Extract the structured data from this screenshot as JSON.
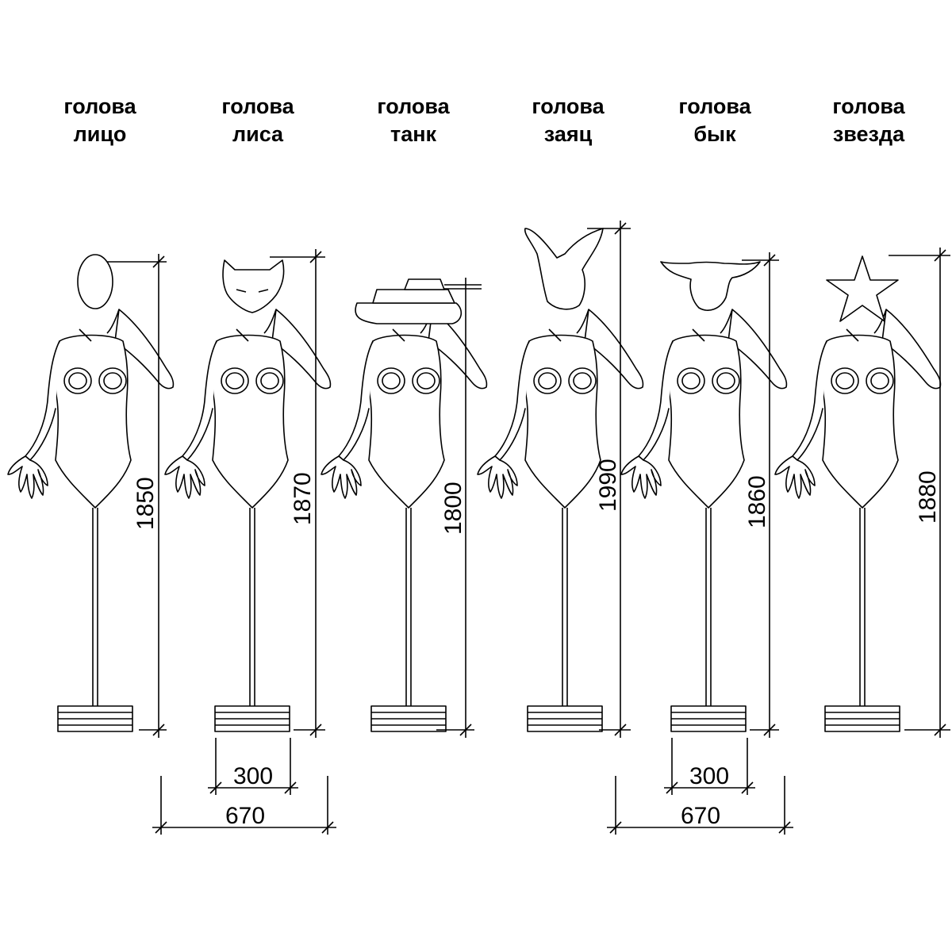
{
  "figures": [
    {
      "id": "face",
      "head_label": "голова",
      "name_label": "лицо",
      "height": "1850",
      "head_type": "face-oval"
    },
    {
      "id": "fox",
      "head_label": "голова",
      "name_label": "лиса",
      "height": "1870",
      "head_type": "fox-mask"
    },
    {
      "id": "tank",
      "head_label": "голова",
      "name_label": "танк",
      "height": "1800",
      "head_type": "tank"
    },
    {
      "id": "hare",
      "head_label": "голова",
      "name_label": "заяц",
      "height": "1990",
      "head_type": "hare-ears"
    },
    {
      "id": "bull",
      "head_label": "голова",
      "name_label": "бык",
      "height": "1860",
      "head_type": "bull-horns"
    },
    {
      "id": "star",
      "head_label": "голова",
      "name_label": "звезда",
      "height": "1880",
      "head_type": "star"
    }
  ],
  "dimensions": {
    "left": {
      "base_width": "300",
      "overall_width": "670"
    },
    "right": {
      "base_width": "300",
      "overall_width": "670"
    }
  },
  "colors": {
    "line": "#000000",
    "background": "#ffffff"
  }
}
